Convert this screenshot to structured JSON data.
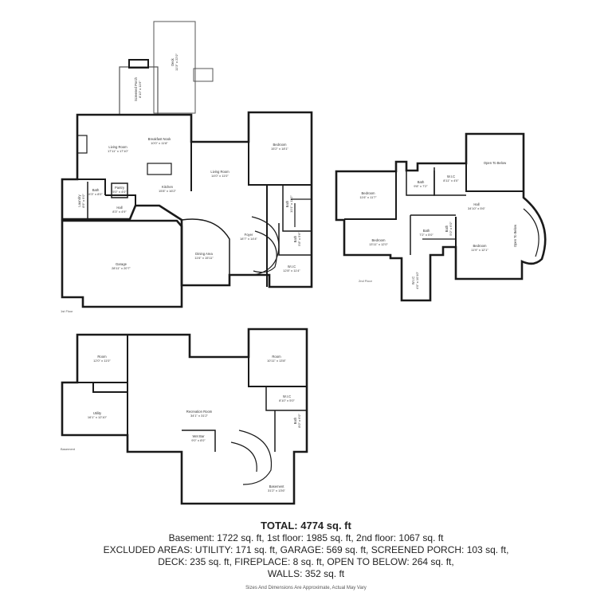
{
  "floors": {
    "first": {
      "label": "1st Floor"
    },
    "second": {
      "label": "2nd Floor"
    },
    "basement": {
      "label": "Basement"
    }
  },
  "rooms": {
    "deck": {
      "name": "Deck",
      "dims": "11'3\" x 22'0\""
    },
    "screened_porch": {
      "name": "Screened Porch",
      "dims": "8'10\" x 11'6\""
    },
    "breakfast_nook": {
      "name": "Breakfast Nook",
      "dims": "10'0\" x 11'8\""
    },
    "living_room_1": {
      "name": "Living Room",
      "dims": "17'11\" x 17'10\""
    },
    "bedroom_1": {
      "name": "Bedroom",
      "dims": "15'2\" x 18'1\""
    },
    "kitchen": {
      "name": "Kitchen",
      "dims": "15'8\" x 16'2\""
    },
    "living_room_2": {
      "name": "Living Room",
      "dims": "14'0\" x 11'0\""
    },
    "pantry": {
      "name": "Pantry",
      "dims": "5'0\" x 4'0\""
    },
    "laundry": {
      "name": "Laundry",
      "dims": "8'9\" x 9'0\""
    },
    "bath_1": {
      "name": "Bath",
      "dims": "6'3\" x 8'0\""
    },
    "hall_1": {
      "name": "Hall",
      "dims": "8'3\" x 4'9\""
    },
    "bath_2": {
      "name": "Bath",
      "dims": "10'1\" x 11'2\""
    },
    "foyer": {
      "name": "Foyer",
      "dims": "18'7\" x 14'4\""
    },
    "garage": {
      "name": "Garage",
      "dims": "28'11\" x 20'7\""
    },
    "dining_area": {
      "name": "Dining Area",
      "dims": "11'6\" x 15'11\""
    },
    "wic_1": {
      "name": "W.I.C",
      "dims": "12'8\" x 11'4\""
    },
    "half_1": {
      "name": "Bath",
      "dims": "5'8\" x 5'6\""
    },
    "bedroom_2": {
      "name": "Bedroom",
      "dims": "11'6\" x 11'7\""
    },
    "bath_3": {
      "name": "Bath",
      "dims": "9'8\" x 7'2\""
    },
    "wic_2": {
      "name": "W.I.C",
      "dims": "8'11\" x 4'0\""
    },
    "open_to_below_1": {
      "name": "Open To Below",
      "dims": ""
    },
    "hall_2": {
      "name": "Hall",
      "dims": "34'10\" x 5'6\""
    },
    "bedroom_3": {
      "name": "Bedroom",
      "dims": "13'11\" x 12'0\""
    },
    "bath_4": {
      "name": "Bath",
      "dims": "7'2\" x 5'0\""
    },
    "bedroom_4": {
      "name": "Bedroom",
      "dims": "11'9\" x 12'1\""
    },
    "open_to_below_2": {
      "name": "Open To Below",
      "dims": ""
    },
    "wic_3": {
      "name": "W.I.C",
      "dims": "4'0\" x 10'10\""
    },
    "bath_5": {
      "name": "Bath",
      "dims": "5'0\" x 6'0\""
    },
    "room_b1": {
      "name": "Room",
      "dims": "12'0\" x 11'0\""
    },
    "room_b2": {
      "name": "Room",
      "dims": "10'11\" x 13'8\""
    },
    "utility": {
      "name": "Utility",
      "dims": "16'1\" x 12'10\""
    },
    "recreation": {
      "name": "Recreation Room",
      "dims": "34'1\" x 31'2\""
    },
    "wic_b": {
      "name": "W.I.C",
      "dims": "8'10\" x 5'0\""
    },
    "bath_b": {
      "name": "Bath",
      "dims": "8'0\" x 6'0\""
    },
    "wet_bar": {
      "name": "Wet Bar",
      "dims": "9'0\" x 8'0\""
    },
    "basement": {
      "name": "Basement",
      "dims": "31'2\" x 13'6\""
    }
  },
  "summary": {
    "total": "TOTAL: 4774 sq. ft",
    "line1": "Basement: 1722 sq. ft, 1st floor: 1985 sq. ft, 2nd floor: 1067 sq. ft",
    "line2": "EXCLUDED AREAS: UTILITY: 171 sq. ft, GARAGE: 569 sq. ft, SCREENED PORCH: 103 sq. ft,",
    "line3": "DECK: 235 sq. ft, FIREPLACE: 8 sq. ft, OPEN TO BELOW: 264 sq. ft,",
    "line4": "WALLS: 352 sq. ft",
    "disclaimer": "Sizes And Dimensions Are Approximate, Actual May Vary"
  },
  "colors": {
    "wall": "#1a1a1a",
    "thin": "#444444",
    "fill": "#ffffff"
  }
}
